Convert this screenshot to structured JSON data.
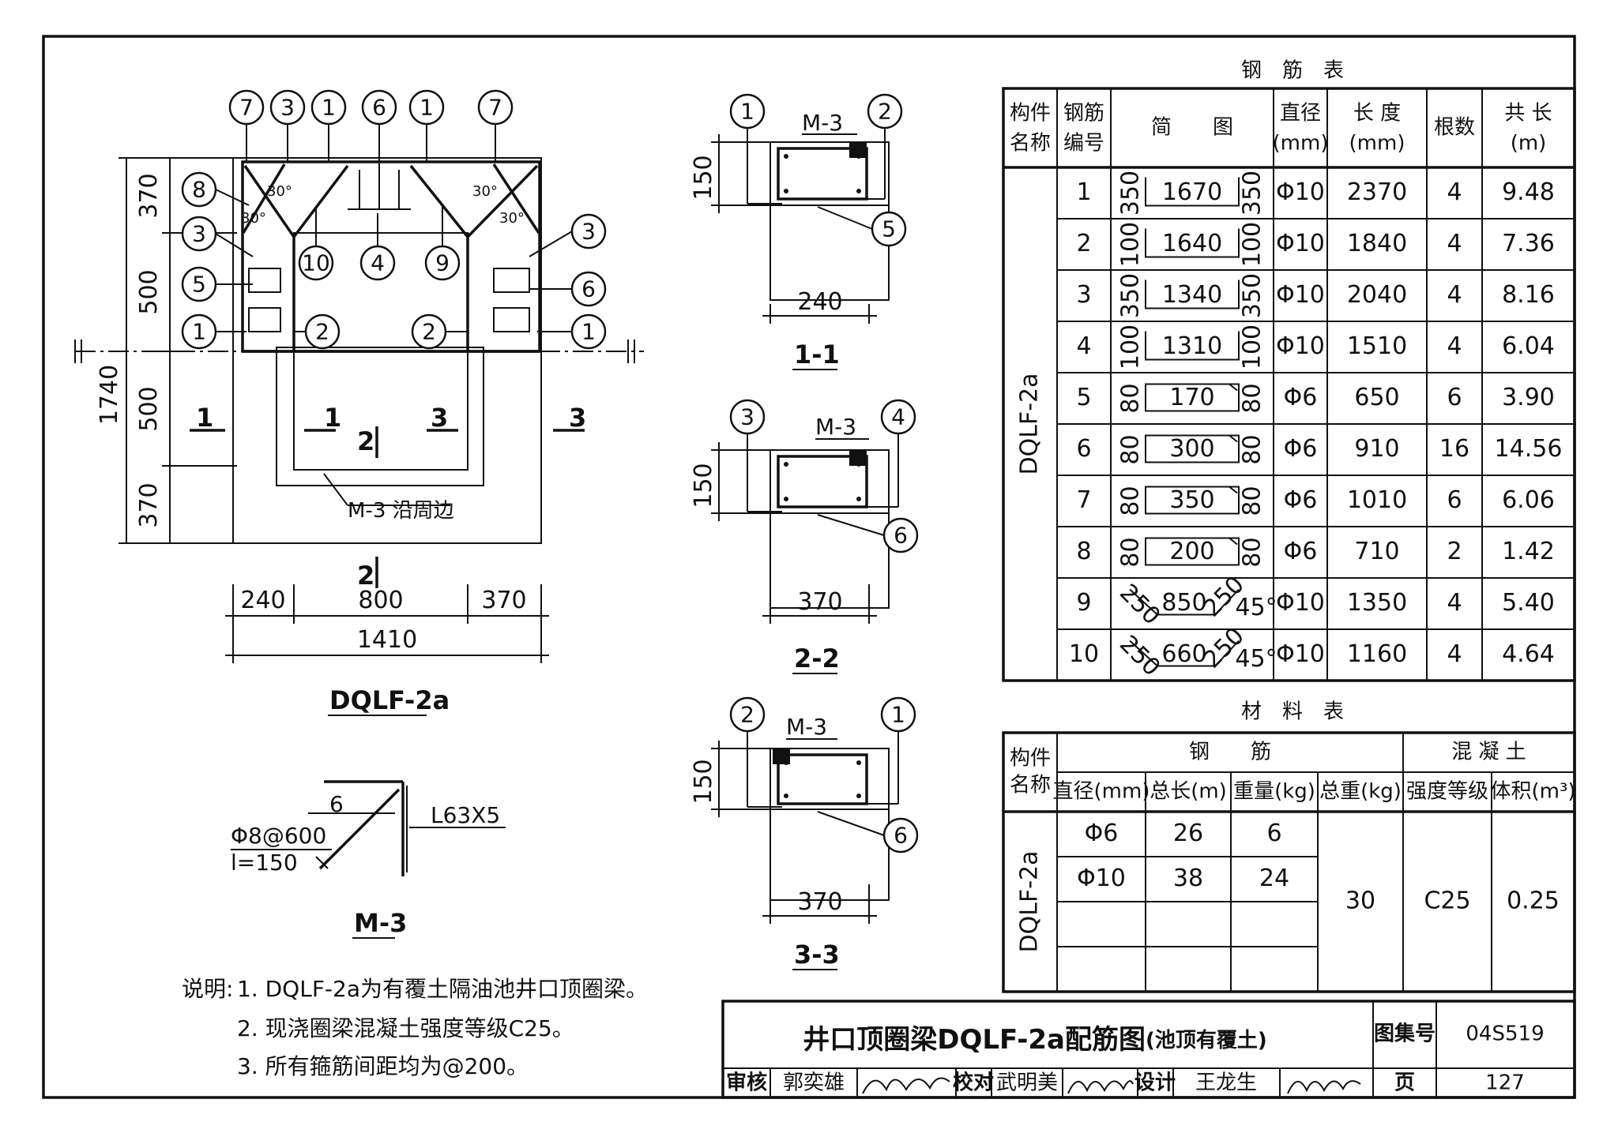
{
  "rebar_table": {
    "title": "钢　筋　表",
    "headers": [
      "构件名称",
      "钢筋编号",
      "简　　图",
      "直径(mm)",
      "长 度(mm)",
      "根数",
      "共 长(m)"
    ],
    "member": "DQLF-2a",
    "rows": [
      {
        "no": "1",
        "sketch_left": "350",
        "sketch_mid": "1670",
        "sketch_right": "350",
        "dia": "Φ10",
        "length": "2370",
        "count": "4",
        "total": "9.48"
      },
      {
        "no": "2",
        "sketch_left": "100",
        "sketch_mid": "1640",
        "sketch_right": "100",
        "dia": "Φ10",
        "length": "1840",
        "count": "4",
        "total": "7.36"
      },
      {
        "no": "3",
        "sketch_left": "350",
        "sketch_mid": "1340",
        "sketch_right": "350",
        "dia": "Φ10",
        "length": "2040",
        "count": "4",
        "total": "8.16"
      },
      {
        "no": "4",
        "sketch_left": "100",
        "sketch_mid": "1310",
        "sketch_right": "100",
        "dia": "Φ10",
        "length": "1510",
        "count": "4",
        "total": "6.04"
      },
      {
        "no": "5",
        "sketch_left": "80",
        "sketch_mid": "170",
        "sketch_right": "80",
        "dia": "Φ6",
        "length": "650",
        "count": "6",
        "total": "3.90"
      },
      {
        "no": "6",
        "sketch_left": "80",
        "sketch_mid": "300",
        "sketch_right": "80",
        "dia": "Φ6",
        "length": "910",
        "count": "16",
        "total": "14.56"
      },
      {
        "no": "7",
        "sketch_left": "80",
        "sketch_mid": "350",
        "sketch_right": "80",
        "dia": "Φ6",
        "length": "1010",
        "count": "6",
        "total": "6.06"
      },
      {
        "no": "8",
        "sketch_left": "80",
        "sketch_mid": "200",
        "sketch_right": "80",
        "dia": "Φ6",
        "length": "710",
        "count": "2",
        "total": "1.42"
      },
      {
        "no": "9",
        "sketch_left": "250",
        "sketch_mid": "850",
        "sketch_right": "250",
        "angle": "45°",
        "dia": "Φ10",
        "length": "1350",
        "count": "4",
        "total": "5.40"
      },
      {
        "no": "10",
        "sketch_left": "250",
        "sketch_mid": "660",
        "sketch_right": "250",
        "angle": "45°",
        "dia": "Φ10",
        "length": "1160",
        "count": "4",
        "total": "4.64"
      }
    ]
  },
  "material_table": {
    "title": "材　料　表",
    "headers": {
      "member": "构件名称",
      "steel": "钢　　筋",
      "concrete": "混 凝 土",
      "dia": "直径(mm)",
      "len": "总长(m)",
      "weight": "重量(kg)",
      "total": "总重(kg)",
      "grade": "强度等级",
      "volume": "体积(m³)"
    },
    "member": "DQLF-2a",
    "rows": [
      {
        "dia": "Φ6",
        "len": "26",
        "weight": "6"
      },
      {
        "dia": "Φ10",
        "len": "38",
        "weight": "24"
      }
    ],
    "total_weight": "30",
    "grade": "C25",
    "volume": "0.25"
  },
  "plan": {
    "label": "DQLF-2a",
    "dims_left": [
      "370",
      "500",
      "500",
      "370"
    ],
    "dim_total_left": "1740",
    "dims_bottom": [
      "240",
      "800",
      "370"
    ],
    "dim_total_bottom": "1410",
    "angle_labels": [
      "30°",
      "30°",
      "30°",
      "30°"
    ],
    "section_marks": [
      "1",
      "1",
      "3",
      "3",
      "2",
      "2"
    ],
    "edge_note": "M-3 沿周边",
    "callouts": [
      "7",
      "3",
      "1",
      "6",
      "1",
      "7",
      "8",
      "3",
      "5",
      "1",
      "2",
      "2",
      "1",
      "3",
      "6",
      "10",
      "4",
      "9"
    ]
  },
  "sections": [
    {
      "label": "1-1",
      "width": "240",
      "height": "150",
      "callouts": [
        "1",
        "2",
        "5"
      ],
      "embed": "M-3"
    },
    {
      "label": "2-2",
      "width": "370",
      "height": "150",
      "callouts": [
        "3",
        "4",
        "6"
      ],
      "embed": "M-3"
    },
    {
      "label": "3-3",
      "width": "370",
      "height": "150",
      "callouts": [
        "2",
        "1",
        "6"
      ],
      "embed": "M-3"
    }
  ],
  "embed_detail": {
    "label": "M-3",
    "angle": "L63X5",
    "weld": "6",
    "anchor": "Φ8@600",
    "anchor_len": "l=150"
  },
  "notes": {
    "prefix": "说明:",
    "items": [
      "1. DQLF-2a为有覆土隔油池井口顶圈梁。",
      "2. 现浇圈梁混凝土强度等级C25。",
      "3. 所有箍筋间距均为@200。"
    ]
  },
  "title_block": {
    "title_main": "井口顶圈梁DQLF-2a配筋图",
    "title_sub": "(池顶有覆土)",
    "atlas_label": "图集号",
    "atlas_no": "04S519",
    "review_label": "审核",
    "reviewer": "郭奕雄",
    "check_label": "校对",
    "checker": "武明美",
    "design_label": "设计",
    "designer": "王龙生",
    "page_label": "页",
    "page_no": "127"
  }
}
